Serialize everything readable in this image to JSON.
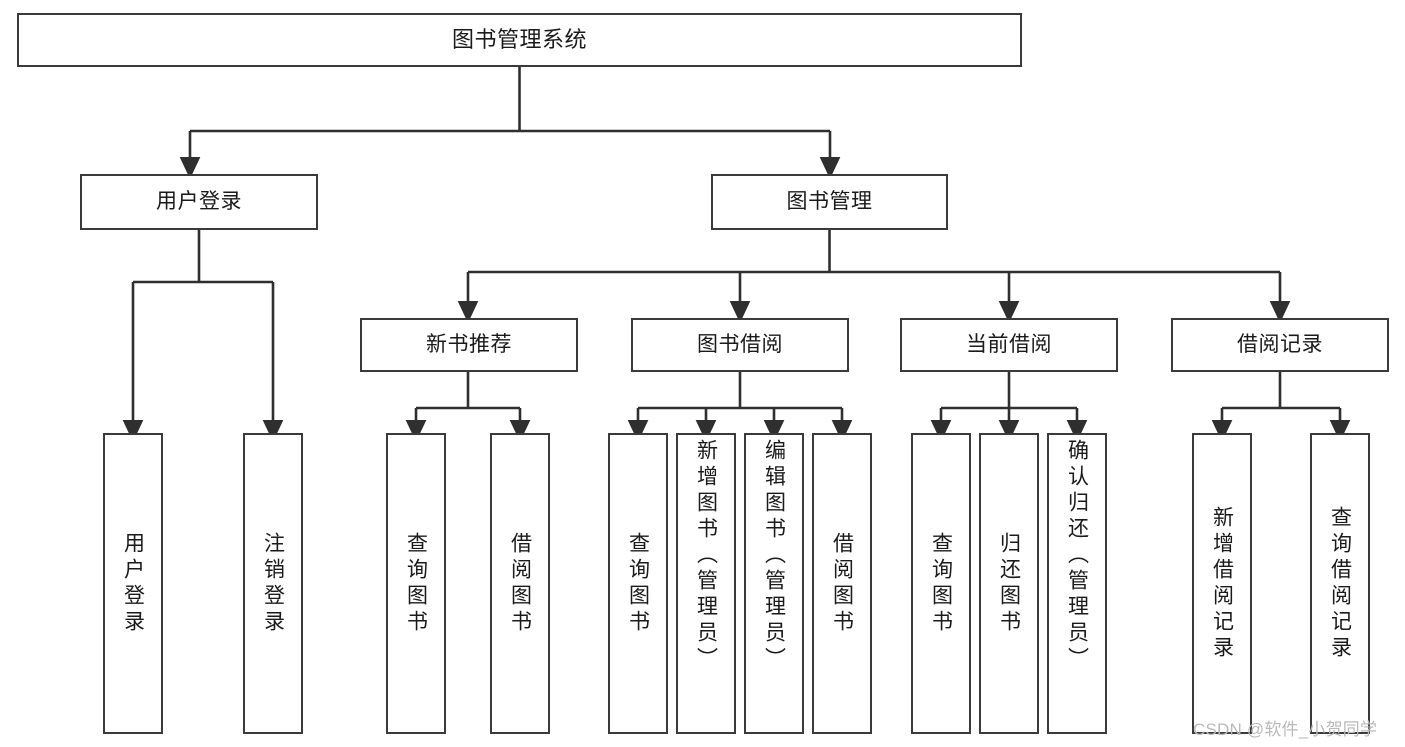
{
  "diagram": {
    "type": "hierarchy-tree",
    "title": "图书管理系统",
    "orientation": "top-down",
    "colors": {
      "box_border": "#3a3a3a",
      "box_fill": "#ffffff",
      "connector": "#2f2f2f",
      "text": "#1a1a1a",
      "watermark": "#b9b9b9",
      "background": "#ffffff"
    },
    "root": {
      "label": "图书管理系统"
    },
    "level1": [
      {
        "label": "用户登录"
      },
      {
        "label": "图书管理"
      }
    ],
    "level2": [
      {
        "label": "新书推荐"
      },
      {
        "label": "图书借阅"
      },
      {
        "label": "当前借阅"
      },
      {
        "label": "借阅记录"
      }
    ],
    "leaves": {
      "user_login": [
        {
          "label": "用户登录"
        },
        {
          "label": "注销登录"
        }
      ],
      "new_book_recommend": [
        {
          "label": "查询图书"
        },
        {
          "label": "借阅图书"
        }
      ],
      "book_borrow": [
        {
          "label": "查询图书"
        },
        {
          "label": "新增图书（管理员）"
        },
        {
          "label": "编辑图书（管理员）"
        },
        {
          "label": "借阅图书"
        }
      ],
      "current_borrow": [
        {
          "label": "查询图书"
        },
        {
          "label": "归还图书"
        },
        {
          "label": "确认归还（管理员）"
        }
      ],
      "borrow_record": [
        {
          "label": "新增借阅记录"
        },
        {
          "label": "查询借阅记录"
        }
      ]
    }
  },
  "watermark": {
    "text": "CSDN @软件_小贺同学"
  }
}
